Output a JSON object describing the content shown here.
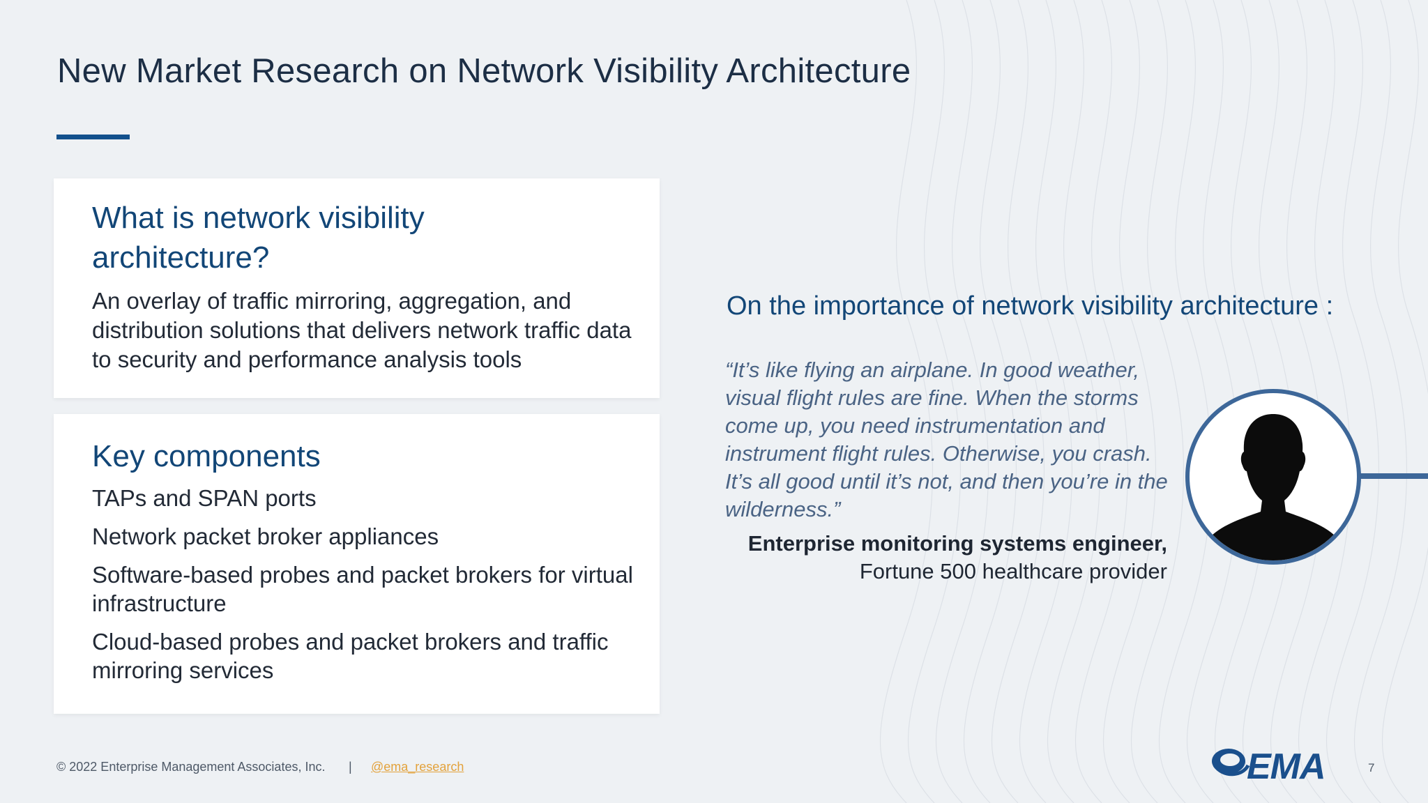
{
  "slide": {
    "title": "New Market Research on Network Visibility Architecture",
    "page_number": "7"
  },
  "definition_card": {
    "heading": "What is network visibility architecture?",
    "body": "An overlay of traffic mirroring, aggregation, and distribution solutions that delivers network traffic data to security and performance analysis tools"
  },
  "components_card": {
    "heading": "Key components",
    "items": [
      "TAPs and SPAN ports",
      "Network packet broker appliances",
      "Software-based probes and packet brokers for virtual infrastructure",
      "Cloud-based probes and packet brokers and traffic mirroring services"
    ]
  },
  "quote_section": {
    "heading": "On the importance of network visibility architecture :",
    "quote": "“It’s like flying an airplane. In good weather, visual flight rules are fine. When the storms come up, you need instrumentation and instrument flight rules. Otherwise, you crash. It’s all good until it’s not, and then you’re in the wilderness.”",
    "attribution_role": "Enterprise monitoring systems engineer,",
    "attribution_org": "Fortune 500 healthcare provider"
  },
  "footer": {
    "copyright": "© 2022 Enterprise Management Associates, Inc.",
    "separator": "|",
    "social_link": "@ema_research"
  },
  "logo": {
    "text": "EMA"
  },
  "colors": {
    "accent": "#12508c",
    "heading": "#124677",
    "quote": "#4a6384",
    "link": "#e3a23b",
    "background": "#eef1f4"
  }
}
